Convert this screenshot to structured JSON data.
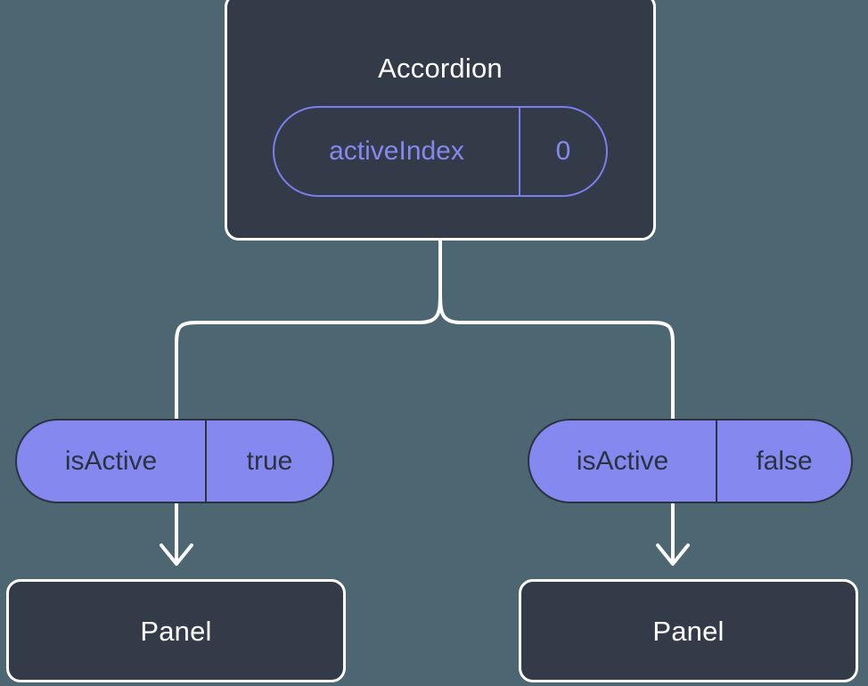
{
  "diagram": {
    "type": "component-tree",
    "background_color": "#4c6672",
    "node_fill_color": "#333b49",
    "node_border_color": "#ffffff",
    "accent_color": "#8588ee",
    "state_pill_border_color": "#7b7ef0",
    "edge_color": "#ffffff"
  },
  "root": {
    "title": "Accordion",
    "state": {
      "key": "activeIndex",
      "value": "0"
    }
  },
  "branches": [
    {
      "prop": {
        "key": "isActive",
        "value": "true"
      },
      "child": {
        "title": "Panel"
      }
    },
    {
      "prop": {
        "key": "isActive",
        "value": "false"
      },
      "child": {
        "title": "Panel"
      }
    }
  ]
}
